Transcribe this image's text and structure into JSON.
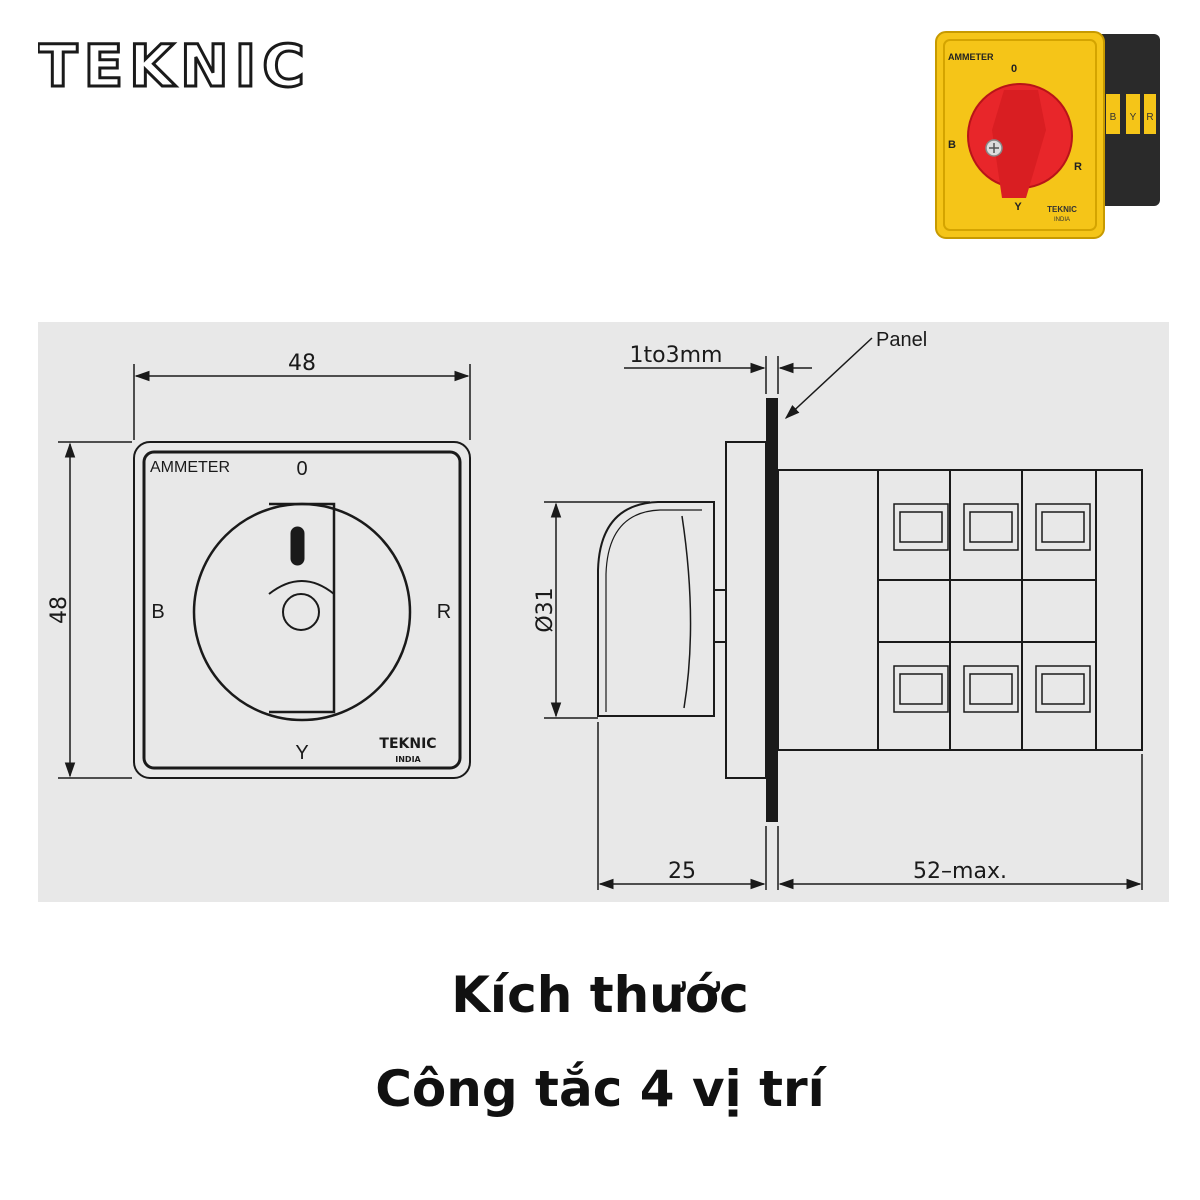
{
  "brand": {
    "name": "TEKNIC"
  },
  "photo": {
    "label": "AMMETER",
    "positions": {
      "top": "0",
      "left": "B",
      "right": "R",
      "bottom": "Y"
    },
    "terminals": [
      "B",
      "Y",
      "R"
    ],
    "brand": "TEKNIC",
    "brand_sub": "INDIA"
  },
  "drawing": {
    "front": {
      "label": "AMMETER",
      "positions": {
        "top": "0",
        "left": "B",
        "right": "R",
        "bottom": "Y"
      },
      "width_dim": "48",
      "height_dim": "48",
      "brand": "TEKNIC",
      "brand_sub": "INDIA"
    },
    "side": {
      "panel_thickness": "1to3mm",
      "panel_label": "Panel",
      "knob_diameter": "Ø31",
      "depth_front": "25",
      "depth_rear": "52–max."
    }
  },
  "caption": {
    "line1": "Kích thước",
    "line2": "Công tắc 4 vị trí"
  },
  "colors": {
    "panel_bg": "#e8e8e8",
    "line": "#1a1a1a",
    "photo_body": "#f5c518",
    "photo_knob": "#e8262a"
  }
}
